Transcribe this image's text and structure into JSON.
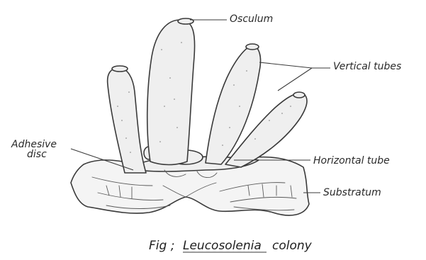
{
  "figure": {
    "labels": {
      "osculum": "Osculum",
      "vertical_tubes": "Vertical tubes",
      "adhesive_disc_line1": "Adhesive",
      "adhesive_disc_line2": "disc",
      "horizontal_tube": "Horizontal tube",
      "substratum": "Substratum"
    },
    "caption": {
      "prefix": "Fig ;",
      "genus": "Leucosolenia",
      "suffix": "colony"
    }
  }
}
